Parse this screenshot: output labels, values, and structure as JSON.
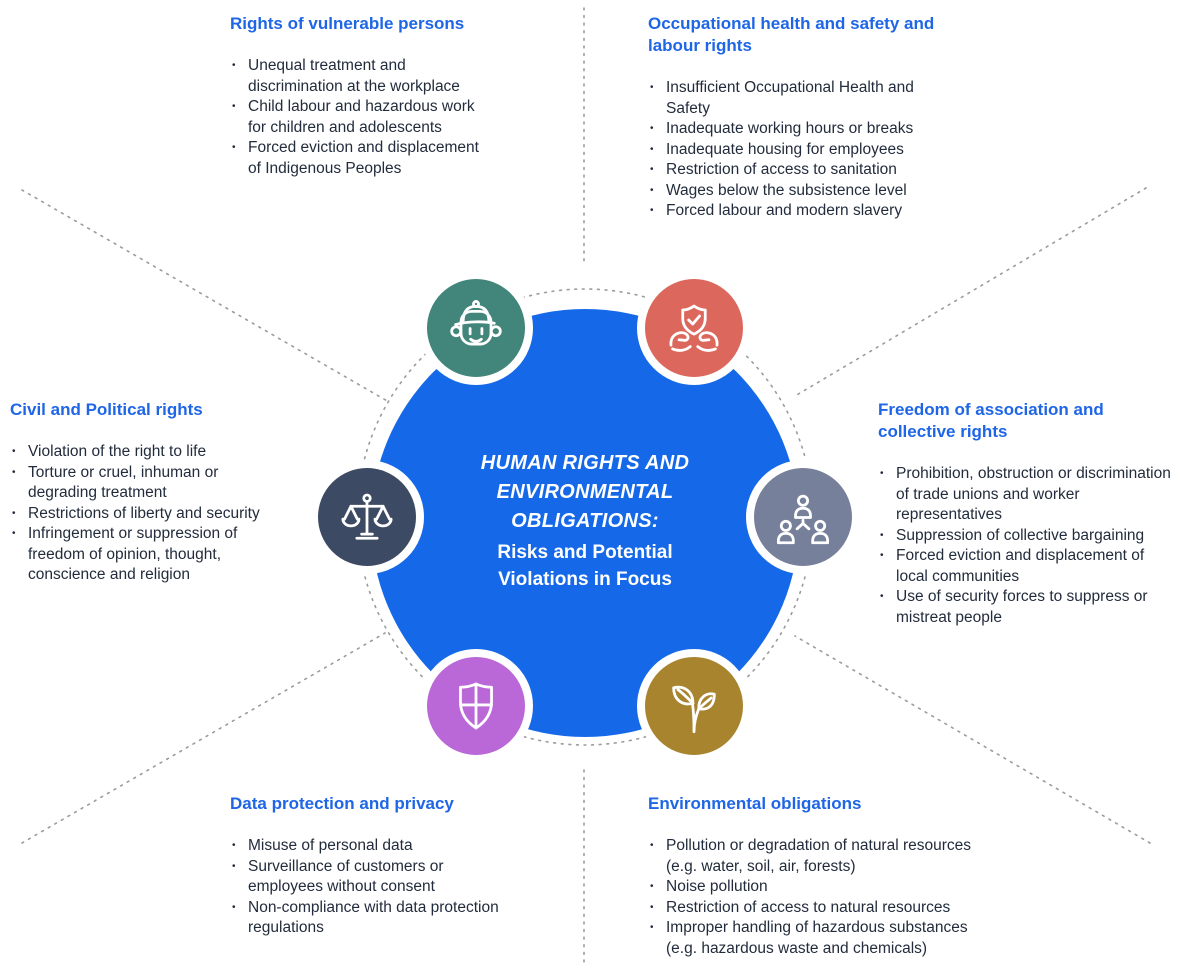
{
  "diagram": {
    "center": {
      "title": "HUMAN RIGHTS AND ENVIRONMENTAL OBLIGATIONS:",
      "subtitle": "Risks and Potential Violations in Focus"
    },
    "sections": [
      {
        "title": "Rights of vulnerable persons",
        "icon": "child-worker-icon",
        "icon_color": "#42857a",
        "items": [
          "Unequal treatment and discrimination at the workplace",
          "Child labour and hazardous work for children and adolescents",
          "Forced eviction and displacement of Indigenous Peoples"
        ]
      },
      {
        "title": "Occupational health and safety and labour rights",
        "icon": "shield-check-hands-icon",
        "icon_color": "#dc675d",
        "items": [
          "Insufficient Occupational Health and Safety",
          "Inadequate working hours or breaks",
          "Inadequate housing for employees",
          "Restriction of access to sanitation",
          "Wages below the subsistence level",
          "Forced labour and modern slavery"
        ]
      },
      {
        "title": "Civil and Political rights",
        "icon": "scales-of-justice-icon",
        "icon_color": "#3d4a63",
        "items": [
          "Violation of the right to life",
          "Torture or cruel, inhuman or degrading treatment",
          "Restrictions of liberty and security",
          "Infringement or suppression of freedom of opinion, thought, conscience and religion"
        ]
      },
      {
        "title": "Freedom of association and collective rights",
        "icon": "group-people-icon",
        "icon_color": "#77809a",
        "items": [
          "Prohibition, obstruction or discrimination of trade unions and worker representatives",
          "Suppression of collective bargaining",
          "Forced eviction and displacement of local communities",
          "Use of security forces to suppress or mistreat people"
        ]
      },
      {
        "title": "Data protection and privacy",
        "icon": "shield-grid-icon",
        "icon_color": "#ba68d8",
        "items": [
          "Misuse of personal data",
          "Surveillance of customers or employees without consent",
          "Non-compliance with data protection regulations"
        ]
      },
      {
        "title": "Environmental obligations",
        "icon": "plant-leaves-icon",
        "icon_color": "#a8842f",
        "items": [
          "Pollution or degradation of natural resources (e.g. water, soil, air, forests)",
          "Noise pollution",
          "Restriction of access to natural resources",
          "Improper handling of hazardous substances (e.g. hazardous waste and chemicals)"
        ]
      }
    ]
  },
  "colors": {
    "hub": "#1569e8",
    "title-blue": "#1e66e6",
    "text": "#222c3c",
    "dots": "#9b9b9b",
    "teal": "#42857a",
    "salmon": "#dc675d",
    "navy": "#3d4a63",
    "slate": "#77809a",
    "purple": "#ba68d8",
    "gold": "#a8842f"
  }
}
